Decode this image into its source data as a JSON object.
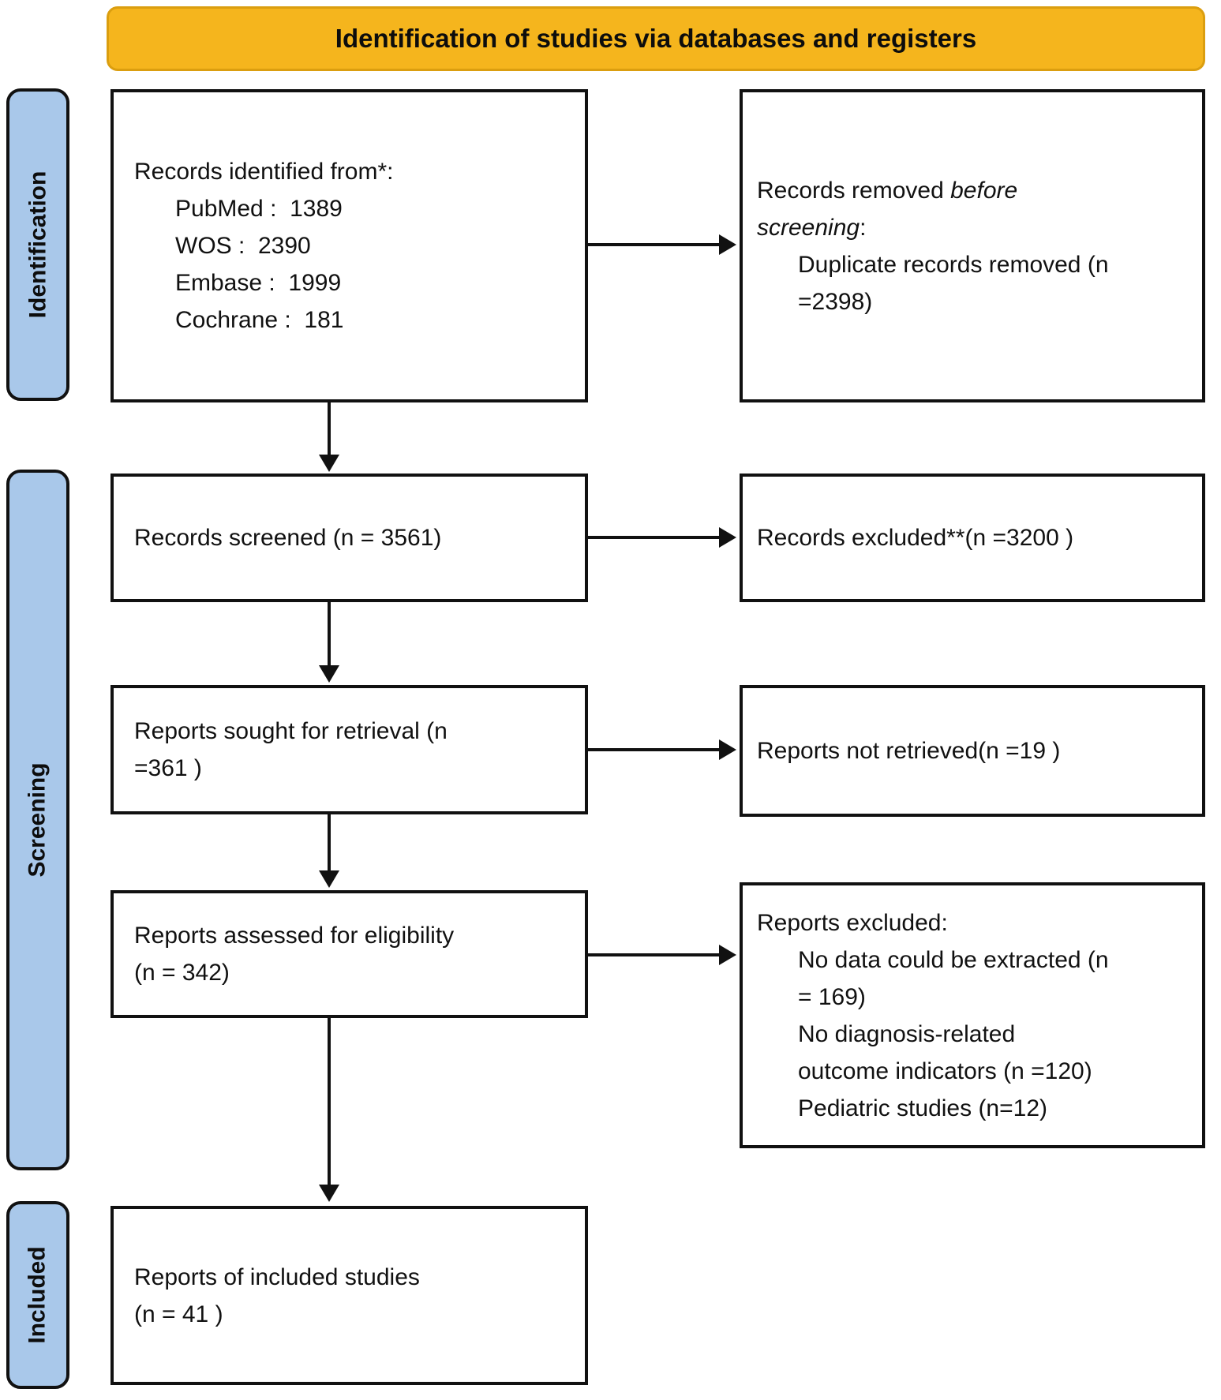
{
  "header": {
    "title": "Identification of studies via databases and registers"
  },
  "colors": {
    "banner_bg": "#F5B51D",
    "banner_border": "#DB9E0F",
    "stage_bg": "#A9C8EA",
    "box_border": "#111111",
    "arrow": "#111111"
  },
  "stages": [
    {
      "label": "Identification"
    },
    {
      "label": "Screening"
    },
    {
      "label": "Included"
    }
  ],
  "boxes": {
    "identified": {
      "title": "Records identified from*:",
      "items": [
        "PubMed :  1389",
        "WOS :  2390",
        "Embase :  1999",
        "Cochrane :  181"
      ]
    },
    "removed": {
      "line1_prefix": "Records removed ",
      "line1_italic": "before",
      "line2_italic": "screening",
      "line2_suffix": ":",
      "items": [
        "Duplicate records removed (n",
        "=2398)"
      ]
    },
    "screened": {
      "lines": [
        "Records screened (n = 3561)"
      ]
    },
    "records_excluded": {
      "lines": [
        "Records excluded**(n =3200 )"
      ]
    },
    "sought": {
      "lines": [
        "Reports sought for retrieval (n",
        "=361 )"
      ]
    },
    "not_retrieved": {
      "lines": [
        "Reports not retrieved(n =19 )"
      ]
    },
    "assessed": {
      "lines": [
        "Reports assessed for eligibility",
        "(n = 342)"
      ]
    },
    "reports_excluded": {
      "title": "Reports excluded:",
      "items": [
        "No data could be extracted (n",
        "= 169)",
        "No diagnosis-related",
        "outcome indicators (n =120)",
        "Pediatric studies (n=12)"
      ]
    },
    "included": {
      "lines": [
        "Reports of included studies",
        "(n = 41 )"
      ]
    }
  }
}
